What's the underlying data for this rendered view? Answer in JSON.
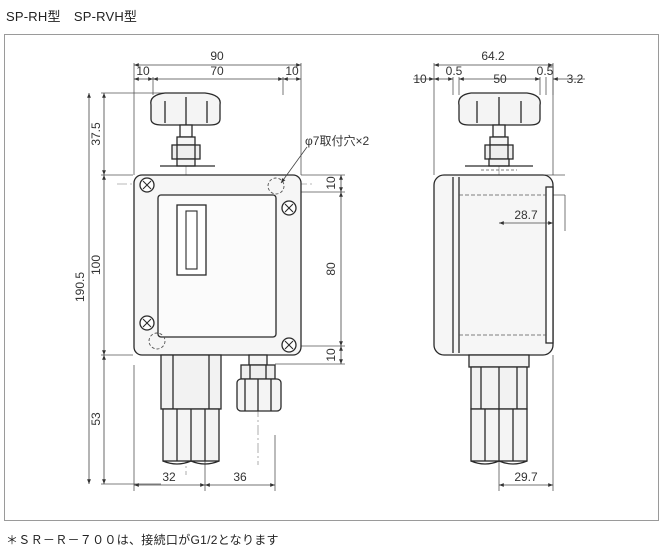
{
  "title": "SP-RH型　SP-RVH型",
  "footnote": "＊ＳＲ－Ｒ－７００は、接続口がG1/2となります",
  "front_view": {
    "dims": {
      "overall_width": "90",
      "left_margin": "10",
      "inner_width": "70",
      "right_margin": "10",
      "knob_height": "37.5",
      "body_height": "100",
      "total_height": "190.5",
      "bottom_height": "53",
      "bottom_left": "32",
      "bottom_right": "36",
      "hole_top": "10",
      "hole_pitch": "80",
      "hole_bottom": "10",
      "hole_note": "φ7取付穴×2"
    }
  },
  "side_view": {
    "dims": {
      "overall_width": "64.2",
      "left_margin": "10",
      "gap_left": "0.5",
      "inner_width": "50",
      "gap_right": "0.5",
      "right_margin": "3.2",
      "cover_depth": "28.7",
      "bottom_offset": "29.7"
    }
  },
  "colors": {
    "line": "#2a2a2a",
    "dim_line": "#444444",
    "body_fill": "#f6f6f6"
  }
}
